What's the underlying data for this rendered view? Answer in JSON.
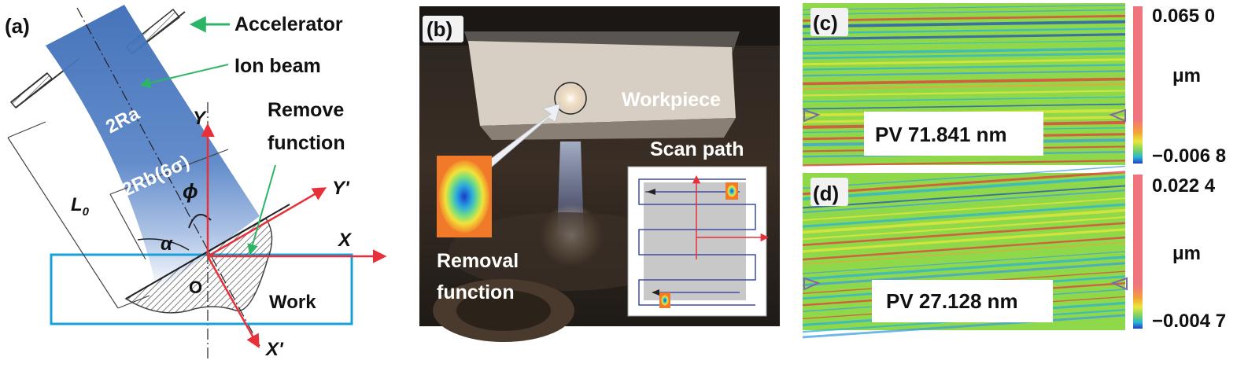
{
  "panel_a": {
    "tag": "(a)",
    "accelerator": "Accelerator",
    "ion_beam": "Ion beam",
    "remove_function_l1": "Remove",
    "remove_function_l2": "function",
    "y_axis": "Y",
    "y_prime": "Y'",
    "x_axis": "X",
    "x_prime": "X'",
    "two_ra": "2Ra",
    "two_rb": "2Rb(6σ)",
    "phi": "ϕ",
    "alpha": "α",
    "l0": "L",
    "l0_sub": "0",
    "origin": "O",
    "work": "Work",
    "colors": {
      "beam": "#3f6fb8",
      "work_box": "#1aa0d8",
      "arrow_red": "#e8303a",
      "arrow_green": "#2db567"
    }
  },
  "panel_b": {
    "tag": "(b)",
    "workpiece": "Workpiece",
    "scan_path": "Scan path",
    "removal_l1": "Removal",
    "removal_l2": "function"
  },
  "panel_c": {
    "tag": "(c)",
    "pv": "PV 71.841 nm",
    "scale_max": "0.065 0",
    "scale_min": "−0.006 8",
    "unit": "μm"
  },
  "panel_d": {
    "tag": "(d)",
    "pv": "PV 27.128 nm",
    "scale_max": "0.022 4",
    "scale_min": "−0.004 7",
    "unit": "μm"
  }
}
